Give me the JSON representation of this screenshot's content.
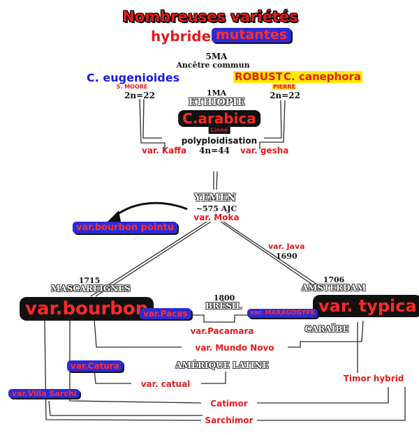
{
  "header": {
    "title_line1": "Nombreuses variétés",
    "title_hybrides": "hybrides",
    "title_mutantes": "mutantes"
  },
  "ancestor": {
    "age": "5MA",
    "label": "Ancêtre commun"
  },
  "eugenioides": {
    "name": "C. eugenioides",
    "author": "S. MOORE",
    "ploidy": "2n=22"
  },
  "canephora": {
    "robusta": "ROBUSTA",
    "name": "C. canephora",
    "author": "PIERRE",
    "ploidy": "2n=22"
  },
  "arabica": {
    "age": "1MA",
    "region": "ETHIOPIE",
    "name": "C.arabica",
    "author": "Linné",
    "process": "polyploidisation",
    "ploidy": "4n=44",
    "var_kaffa": "var. Kaffa",
    "var_gesha": "var. gesha"
  },
  "yemen": {
    "region": "YEMEN",
    "date": "~575 AJC",
    "variety": "var. Moka"
  },
  "bourbon_pointu": "var.bourbon pointu",
  "java": {
    "variety": "var. Java",
    "year": "1690"
  },
  "mascareignes": {
    "year": "1715",
    "region": "MASCAREIGNES",
    "variety": "var.bourbon"
  },
  "amsterdam": {
    "year": "1706",
    "region": "AMSTERDAM",
    "variety": "var. typica",
    "caraibe": "CARAÏBE"
  },
  "bresil": {
    "year": "1800",
    "region": "BRÉSIL",
    "pacas": "var.Pacas",
    "maragogype": "var. MARAGOGYPE",
    "pacamara": "var.Pacamara"
  },
  "mundo_novo": "var. Mundo Novo",
  "catura": "var.Catura",
  "amerique_latine": "AMÉRIQUE LATINE",
  "catual": "var. catual",
  "villa_sarchi": "var.Villa Sarchi",
  "timor": "Timor hybrid",
  "catimor": "Catimor",
  "sarchimor": "Sarchimor",
  "colors": {
    "red": "#e21b1b",
    "blue_pill": "#2b2bd6",
    "black_pill": "#111111",
    "yellow": "#ffea00"
  }
}
